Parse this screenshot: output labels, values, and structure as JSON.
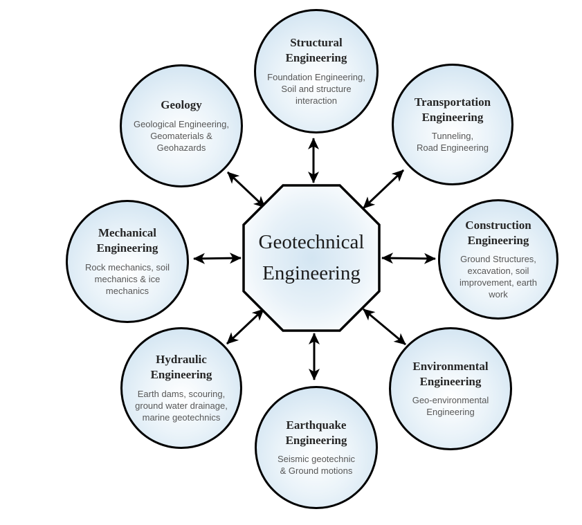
{
  "diagram": {
    "description": "Geotechnical Engineering related-disciplines diagram",
    "center": {
      "shape": "octagon",
      "title_line1": "Geotechnical",
      "title_line2": "Engineering"
    },
    "nodes": [
      {
        "id": "structural-engineering",
        "title": "Structural\nEngineering",
        "subtitle": "Foundation Engineering,\nSoil and structure\ninteraction"
      },
      {
        "id": "geology",
        "title": "Geology",
        "subtitle": "Geological Engineering,\nGeomaterials &\nGeohazards"
      },
      {
        "id": "transportation-engineering",
        "title": "Transportation\nEngineering",
        "subtitle": "Tunneling,\nRoad Engineering"
      },
      {
        "id": "mechanical-engineering",
        "title": "Mechanical\nEngineering",
        "subtitle": "Rock mechanics, soil\nmechanics & ice\nmechanics"
      },
      {
        "id": "construction-engineering",
        "title": "Construction\nEngineering",
        "subtitle": "Ground Structures,\nexcavation, soil\nimprovement, earth\nwork"
      },
      {
        "id": "hydraulic-engineering",
        "title": "Hydraulic\nEngineering",
        "subtitle": "Earth dams, scouring,\nground water drainage,\nmarine geotechnics"
      },
      {
        "id": "environmental-engineering",
        "title": "Environmental\nEngineering",
        "subtitle": "Geo-environmental\nEngineering"
      },
      {
        "id": "earthquake-engineering",
        "title": "Earthquake\nEngineering",
        "subtitle": "Seismic geotechnic\n& Ground motions"
      }
    ],
    "colors": {
      "background": "#ffffff",
      "node_border": "#000000",
      "circle_fill_edge": "#c6ddee",
      "circle_fill_center": "#ffffff",
      "octagon_fill_center": "#d3e5f2",
      "octagon_fill_mid": "#e7f1f8",
      "octagon_fill_edge": "#ffffff",
      "title_color": "#262626",
      "subtitle_color": "#575757",
      "arrow_color": "#000000"
    }
  }
}
